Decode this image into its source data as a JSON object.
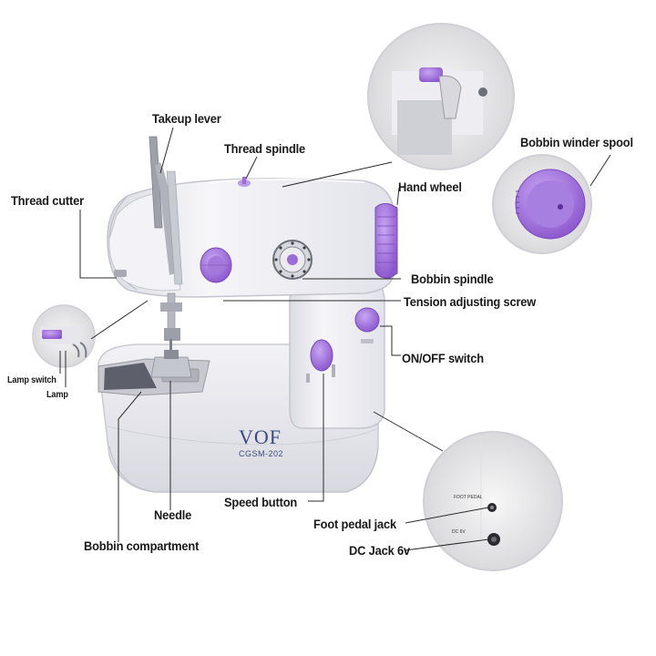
{
  "brand": {
    "logo_text": "VOF",
    "model": "CGSM-202"
  },
  "jack_panel": {
    "foot_pedal_text": "FOOT PEDAL",
    "dc_text": "DC 6V"
  },
  "colors": {
    "accent": "#9b6bd6",
    "body": "#eeeef3",
    "text": "#1a1a1a"
  },
  "labels": {
    "takeup_lever": "Takeup lever",
    "thread_spindle": "Thread spindle",
    "thread_cutter": "Thread cutter",
    "hand_wheel": "Hand wheel",
    "bobbin_winder_spool": "Bobbin winder spool",
    "bobbin_spindle": "Bobbin spindle",
    "tension_adjusting_screw": "Tension adjusting screw",
    "on_off_switch": "ON/OFF switch",
    "lamp_switch": "Lamp switch",
    "lamp": "Lamp",
    "needle": "Needle",
    "speed_button": "Speed button",
    "foot_pedal_jack": "Foot pedal jack",
    "dc_jack": "DC Jack 6v",
    "bobbin_compartment": "Bobbin compartment"
  }
}
